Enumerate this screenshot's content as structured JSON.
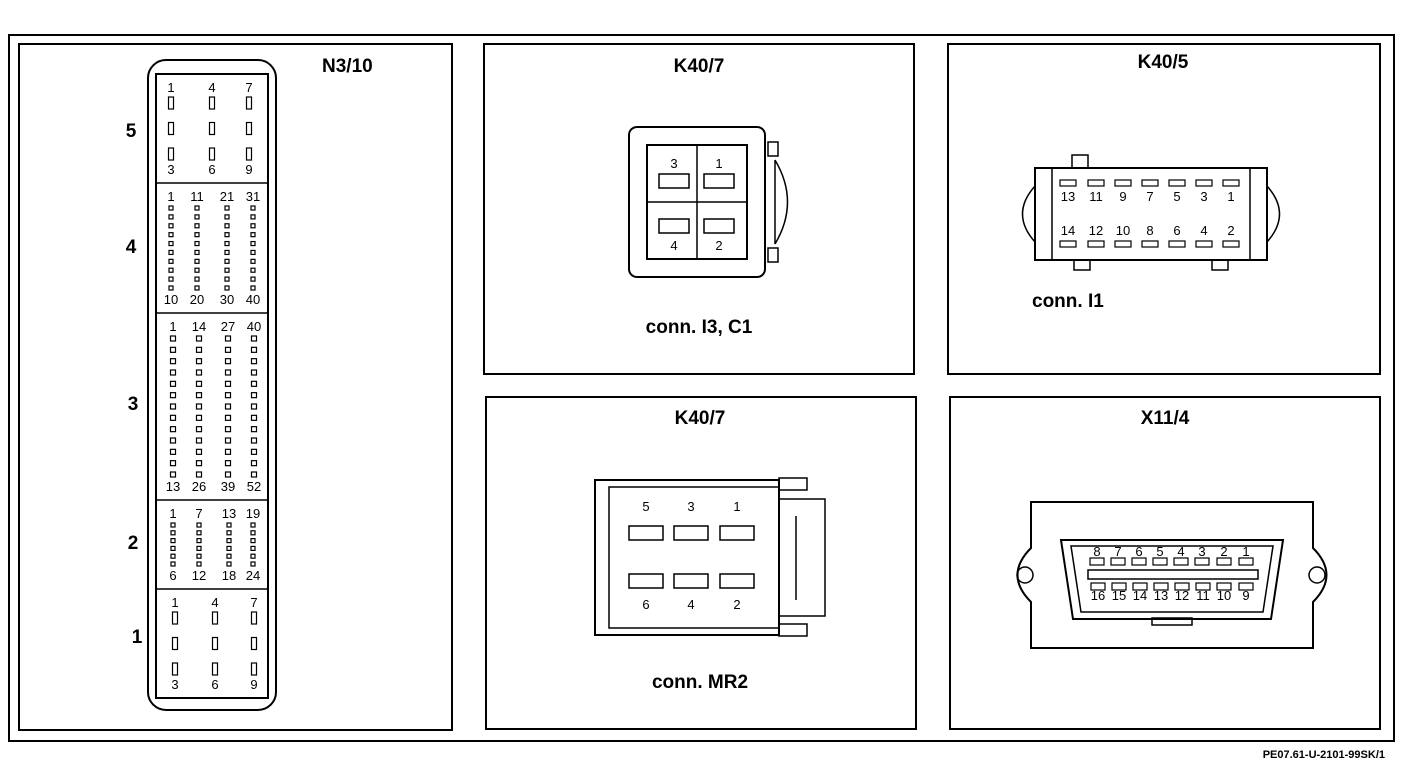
{
  "reference_code": "PE07.61-U-2101-99SK/1",
  "n3_10": {
    "title": "N3/10",
    "sections": [
      {
        "label": "5",
        "top": [
          "1",
          "4",
          "7"
        ],
        "bottom": [
          "3",
          "6",
          "9"
        ]
      },
      {
        "label": "4",
        "top": [
          "1",
          "11",
          "21",
          "31"
        ],
        "bottom": [
          "10",
          "20",
          "30",
          "40"
        ]
      },
      {
        "label": "3",
        "top": [
          "1",
          "14",
          "27",
          "40"
        ],
        "bottom": [
          "13",
          "26",
          "39",
          "52"
        ]
      },
      {
        "label": "2",
        "top": [
          "1",
          "7",
          "13",
          "19"
        ],
        "bottom": [
          "6",
          "12",
          "18",
          "24"
        ]
      },
      {
        "label": "1",
        "top": [
          "1",
          "4",
          "7"
        ],
        "bottom": [
          "3",
          "6",
          "9"
        ]
      }
    ]
  },
  "k40_7_top": {
    "title": "K40/7",
    "pins": [
      "3",
      "1",
      "4",
      "2"
    ],
    "connector": "conn. I3, C1"
  },
  "k40_5": {
    "title": "K40/5",
    "top_pins": [
      "13",
      "11",
      "9",
      "7",
      "5",
      "3",
      "1"
    ],
    "bottom_pins": [
      "14",
      "12",
      "10",
      "8",
      "6",
      "4",
      "2"
    ],
    "connector": "conn. I1"
  },
  "k40_7_bottom": {
    "title": "K40/7",
    "top_pins": [
      "5",
      "3",
      "1"
    ],
    "bottom_pins": [
      "6",
      "4",
      "2"
    ],
    "connector": "conn. MR2"
  },
  "x11_4": {
    "title": "X11/4",
    "top_pins": [
      "8",
      "7",
      "6",
      "5",
      "4",
      "3",
      "2",
      "1"
    ],
    "bottom_pins": [
      "16",
      "15",
      "14",
      "13",
      "12",
      "11",
      "10",
      "9"
    ]
  }
}
